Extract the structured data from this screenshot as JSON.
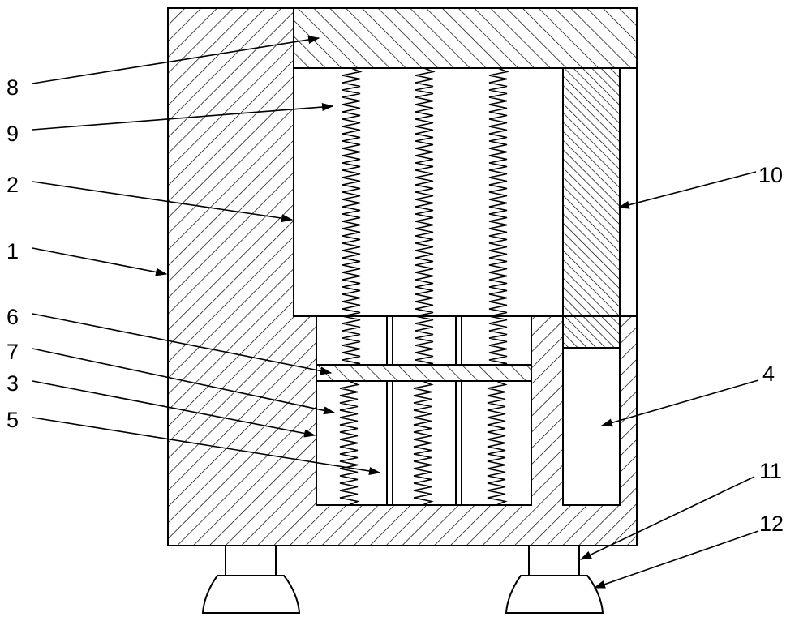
{
  "callouts": {
    "n1": "1",
    "n2": "2",
    "n3": "3",
    "n4": "4",
    "n5": "5",
    "n6": "6",
    "n7": "7",
    "n8": "8",
    "n9": "9",
    "n10": "10",
    "n11": "11",
    "n12": "12"
  },
  "colors": {
    "stroke": "#000000",
    "background": "#ffffff"
  }
}
